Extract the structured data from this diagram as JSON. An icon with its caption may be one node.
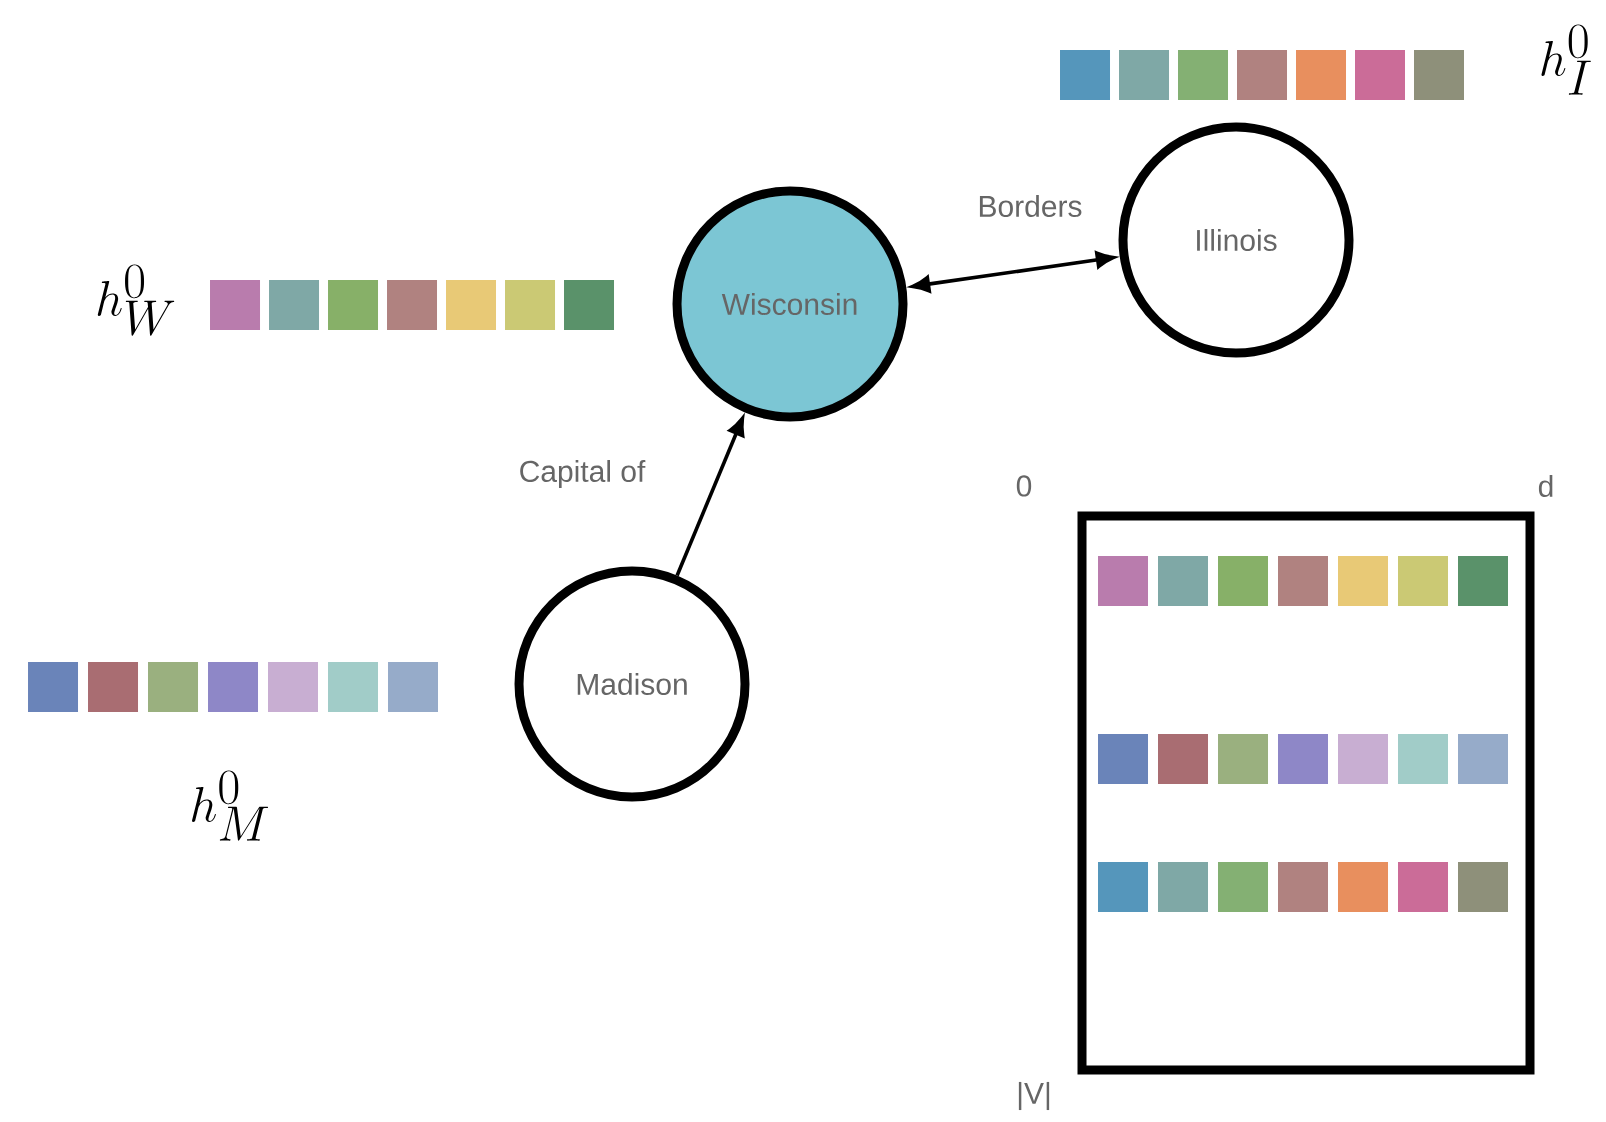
{
  "diagram": {
    "nodes": [
      {
        "text": [
          "Wisconsin"
        ]
      },
      {
        "text": [
          "Illinois"
        ]
      },
      {
        "text": [
          "Madison"
        ]
      }
    ],
    "edges": [
      {
        "from": 2,
        "to": 0,
        "arrow": "to",
        "label": "Capital of"
      },
      {
        "from": 0,
        "to": 1,
        "arrow": "both",
        "label": "Borders"
      }
    ],
    "labels": [
      "h^{0}_{I}",
      "h^{0}_{W}",
      "0",
      "d",
      "h^{0}_{M}",
      "|V|"
    ]
  }
}
